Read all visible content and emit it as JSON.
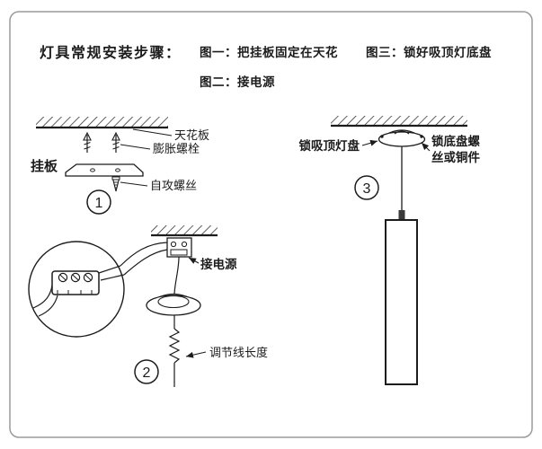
{
  "header": {
    "title": "灯具常规安装步骤：",
    "caption_fig1": "图一：把挂板固定在天花",
    "caption_fig2": "图二：接电源",
    "caption_fig3": "图三：锁好吸顶灯底盘"
  },
  "step1": {
    "number": "1",
    "ceiling_label": "天花板",
    "expansion_bolt_label": "膨胀螺栓",
    "plate_label": "挂板",
    "screw_label": "自攻螺丝"
  },
  "step2": {
    "number": "2",
    "power_label": "接电源",
    "wire_length_label": "调节线长度"
  },
  "step3": {
    "number": "3",
    "canopy_label": "锁吸顶灯盘",
    "screw_label_line1": "锁底盘螺",
    "screw_label_line2": "丝或铜件"
  },
  "colors": {
    "ink": "#1c1c1c",
    "frame": "#9b9b9b",
    "background": "#ffffff"
  }
}
